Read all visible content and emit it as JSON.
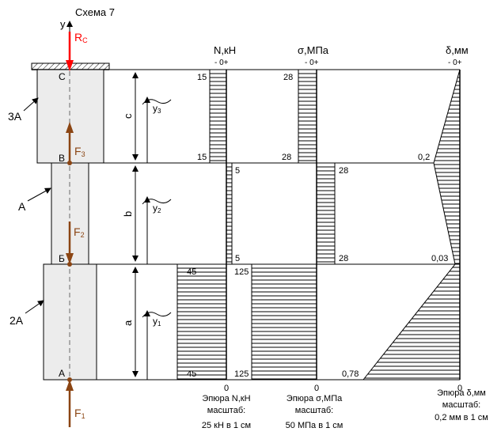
{
  "title": "Схема 7",
  "axis_y": "y",
  "colors": {
    "force": "#8B4513",
    "reaction": "#FF0000",
    "beam_fill": "#ECECEC",
    "axis": "#808080"
  },
  "loads": {
    "reaction": "R",
    "reaction_sub": "C",
    "F1": "F",
    "F1_sub": "1",
    "F2": "F",
    "F2_sub": "2",
    "F3": "F",
    "F3_sub": "3"
  },
  "points": {
    "C": "C",
    "B": "В",
    "Bsoft": "Б",
    "A": "А"
  },
  "areas": {
    "top": "3А",
    "mid": "А",
    "bottom": "2А"
  },
  "lengths": {
    "c": "c",
    "b": "b",
    "a": "a"
  },
  "local_y": {
    "y3": "y",
    "y3_sub": "3",
    "y2": "y",
    "y2_sub": "2",
    "y1": "y",
    "y1_sub": "1"
  },
  "headers": {
    "N": "N,кН",
    "sigma": "σ,МПа",
    "delta": "δ,мм",
    "sign": "- 0+"
  },
  "N_values": {
    "top_upper": "15",
    "top_lower": "15",
    "mid_upper": "5",
    "mid_lower": "5",
    "bot_upper": "45",
    "bot_lower": "45",
    "zero": "0"
  },
  "sigma_values": {
    "top_upper": "28",
    "top_lower": "28",
    "mid_upper": "28",
    "mid_lower": "28",
    "bot_upper": "125",
    "bot_lower": "125",
    "zero": "0"
  },
  "delta_values": {
    "B": "0,2",
    "Bsoft": "0,03",
    "A": "0,78",
    "zero": "0"
  },
  "captions": {
    "N": [
      "Эпюра N,кН",
      "масштаб:",
      "25 кН в 1 см"
    ],
    "sigma": [
      "Эпюра σ,МПа",
      "масштаб:",
      "50 МПа в 1 см"
    ],
    "delta": [
      "Эпюра δ,мм",
      "масштаб:",
      "0,2 мм в 1 см"
    ]
  }
}
